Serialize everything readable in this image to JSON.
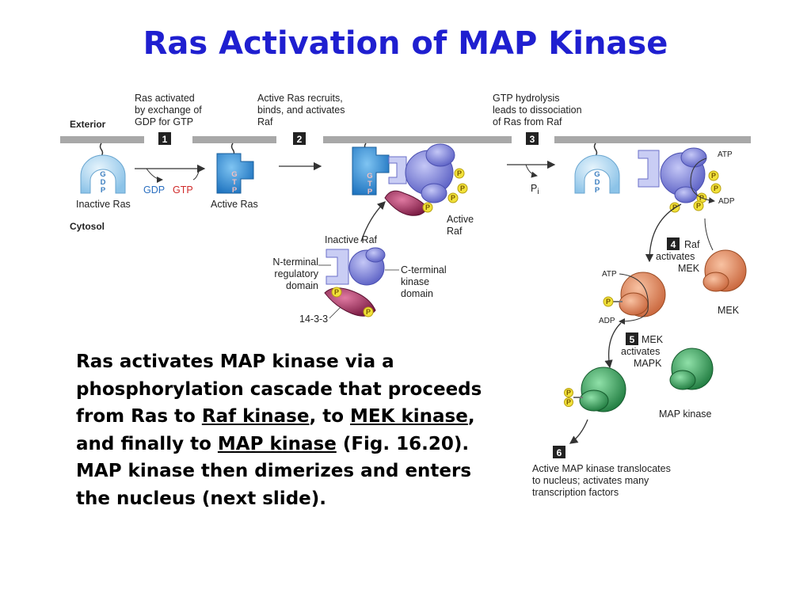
{
  "title": "Ras Activation of MAP Kinase",
  "body": {
    "p1": "Ras activates MAP kinase via a phosphorylation cascade that proceeds from Ras to ",
    "raf": "Raf kinase",
    "p2": ", to ",
    "mek": "MEK kinase",
    "p3": ", and finally to ",
    "map": "MAP kinase",
    "p4": " (Fig. 16.20). MAP kinase then dimerizes and enters the nucleus (next slide)."
  },
  "diagram": {
    "exterior": "Exterior",
    "cytosol": "Cytosol",
    "steps": [
      "1",
      "2",
      "3",
      "4",
      "5",
      "6"
    ],
    "step1": [
      "Ras activated",
      "by exchange of",
      "GDP for GTP"
    ],
    "step2": [
      "Active Ras recruits,",
      "binds, and activates",
      "Raf"
    ],
    "step3": [
      "GTP hydrolysis",
      "leads to dissociation",
      "of Ras from Raf"
    ],
    "inactive_ras": "Inactive Ras",
    "active_ras": "Active Ras",
    "gdp": "GDP",
    "gtp": "GTP",
    "pi": "P",
    "pi_sub": "i",
    "active_raf": [
      "Active",
      "Raf"
    ],
    "inactive_raf": "Inactive Raf",
    "n_terminal": [
      "N-terminal",
      "regulatory",
      "domain"
    ],
    "c_terminal": [
      "C-terminal",
      "kinase",
      "domain"
    ],
    "protein_1433": "14-3-3",
    "atp": "ATP",
    "adp": "ADP",
    "step4": [
      "Raf",
      "activates",
      "MEK"
    ],
    "mek": "MEK",
    "step5": [
      "MEK",
      "activates",
      "MAPK"
    ],
    "map_kinase": "MAP kinase",
    "step6": [
      "Active MAP kinase translocates",
      "to nucleus; activates many",
      "transcription factors"
    ],
    "g": "G",
    "d": "D",
    "t": "T",
    "p": "P",
    "phos": "P"
  },
  "colors": {
    "title": "#1f1fd0",
    "ras_inactive": "#b9dcf0",
    "ras_active": "#2f8fd6",
    "raf": "#8a8fe0",
    "raf_light": "#c9cdf4",
    "protein_1433": "#a0285a",
    "mek": "#e08a5a",
    "mapk": "#2e9a52",
    "phosphate": "#f2e23a",
    "membrane": "#a8a8a8"
  }
}
